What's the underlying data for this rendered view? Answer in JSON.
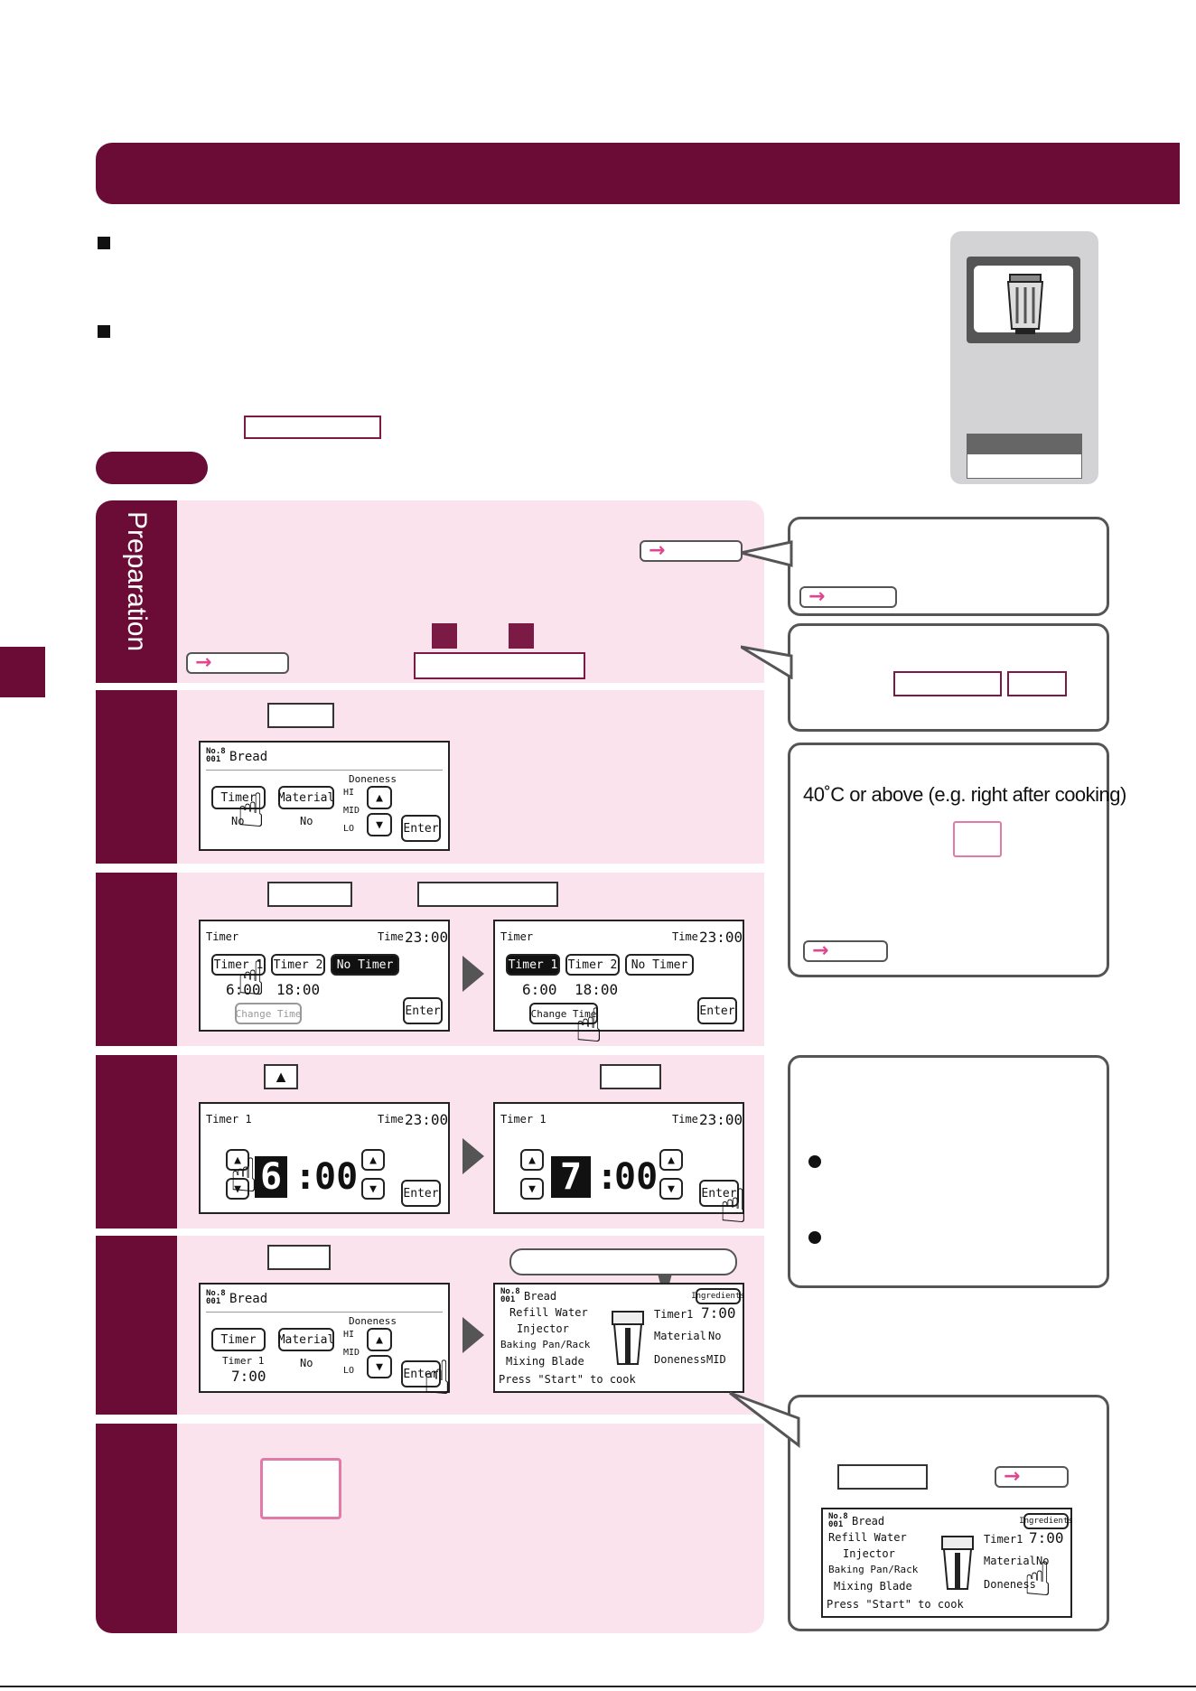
{
  "preparation": {
    "label": "Preparation"
  },
  "lcd_step1": {
    "no": "No.8\n001",
    "title": "Bread",
    "doneness_label": "Doneness",
    "hi": "HI",
    "mid": "MID",
    "lo": "LO",
    "timer": "Timer",
    "timer_value": "No",
    "material": "Material",
    "material_value": "No",
    "enter": "Enter"
  },
  "lcd_step2a": {
    "title": "Timer",
    "time_label": "Time",
    "time_value": "23:00",
    "timer1": "Timer 1",
    "timer2": "Timer 2",
    "no_timer": "No Timer",
    "t1_value": "6:00",
    "t2_value": "18:00",
    "change_time": "Change Time",
    "enter": "Enter"
  },
  "lcd_step3a": {
    "title": "Timer 1",
    "time_label": "Time",
    "time_value": "23:00",
    "hours": "6",
    "minutes": "00",
    "enter": "Enter"
  },
  "lcd_step3b": {
    "title": "Timer 1",
    "time_label": "Time",
    "time_value": "23:00",
    "hours": "7",
    "minutes": "00",
    "enter": "Enter"
  },
  "lcd_step4a": {
    "no": "No.8\n001",
    "title": "Bread",
    "doneness_label": "Doneness",
    "hi": "HI",
    "mid": "MID",
    "lo": "LO",
    "timer": "Timer",
    "timer_value": "Timer 1",
    "timer_time": "7:00",
    "material": "Material",
    "material_value": "No",
    "enter": "Enter"
  },
  "lcd_step4b": {
    "no": "No.8\n001",
    "title": "Bread",
    "ingredients": "Ingredients",
    "refill_water": "Refill Water",
    "injector": "Injector",
    "baking_pan": "Baking Pan/Rack",
    "mixing_blade": "Mixing Blade",
    "press_start": "Press \"Start\" to cook",
    "timer1": "Timer1",
    "timer1_value": "7:00",
    "material": "Material",
    "material_value": "No",
    "doneness": "Doneness",
    "doneness_value": "MID"
  },
  "lcd_callout": {
    "no": "No.8\n001",
    "title": "Bread",
    "ingredients": "Ingredients",
    "refill_water": "Refill Water",
    "injector": "Injector",
    "baking_pan": "Baking Pan/Rack",
    "mixing_blade": "Mixing Blade",
    "press_start": "Press \"Start\" to cook",
    "timer1": "Timer1",
    "timer1_value": "7:00",
    "material": "Material",
    "material_value": "No",
    "doneness": "Doneness"
  },
  "callout_temp": {
    "text": "40˚C or above (e.g. right after cooking)"
  },
  "colors": {
    "maroon": "#6b0c37",
    "pink_panel": "#fbe3ed",
    "arrow_pink": "#e0458f"
  }
}
